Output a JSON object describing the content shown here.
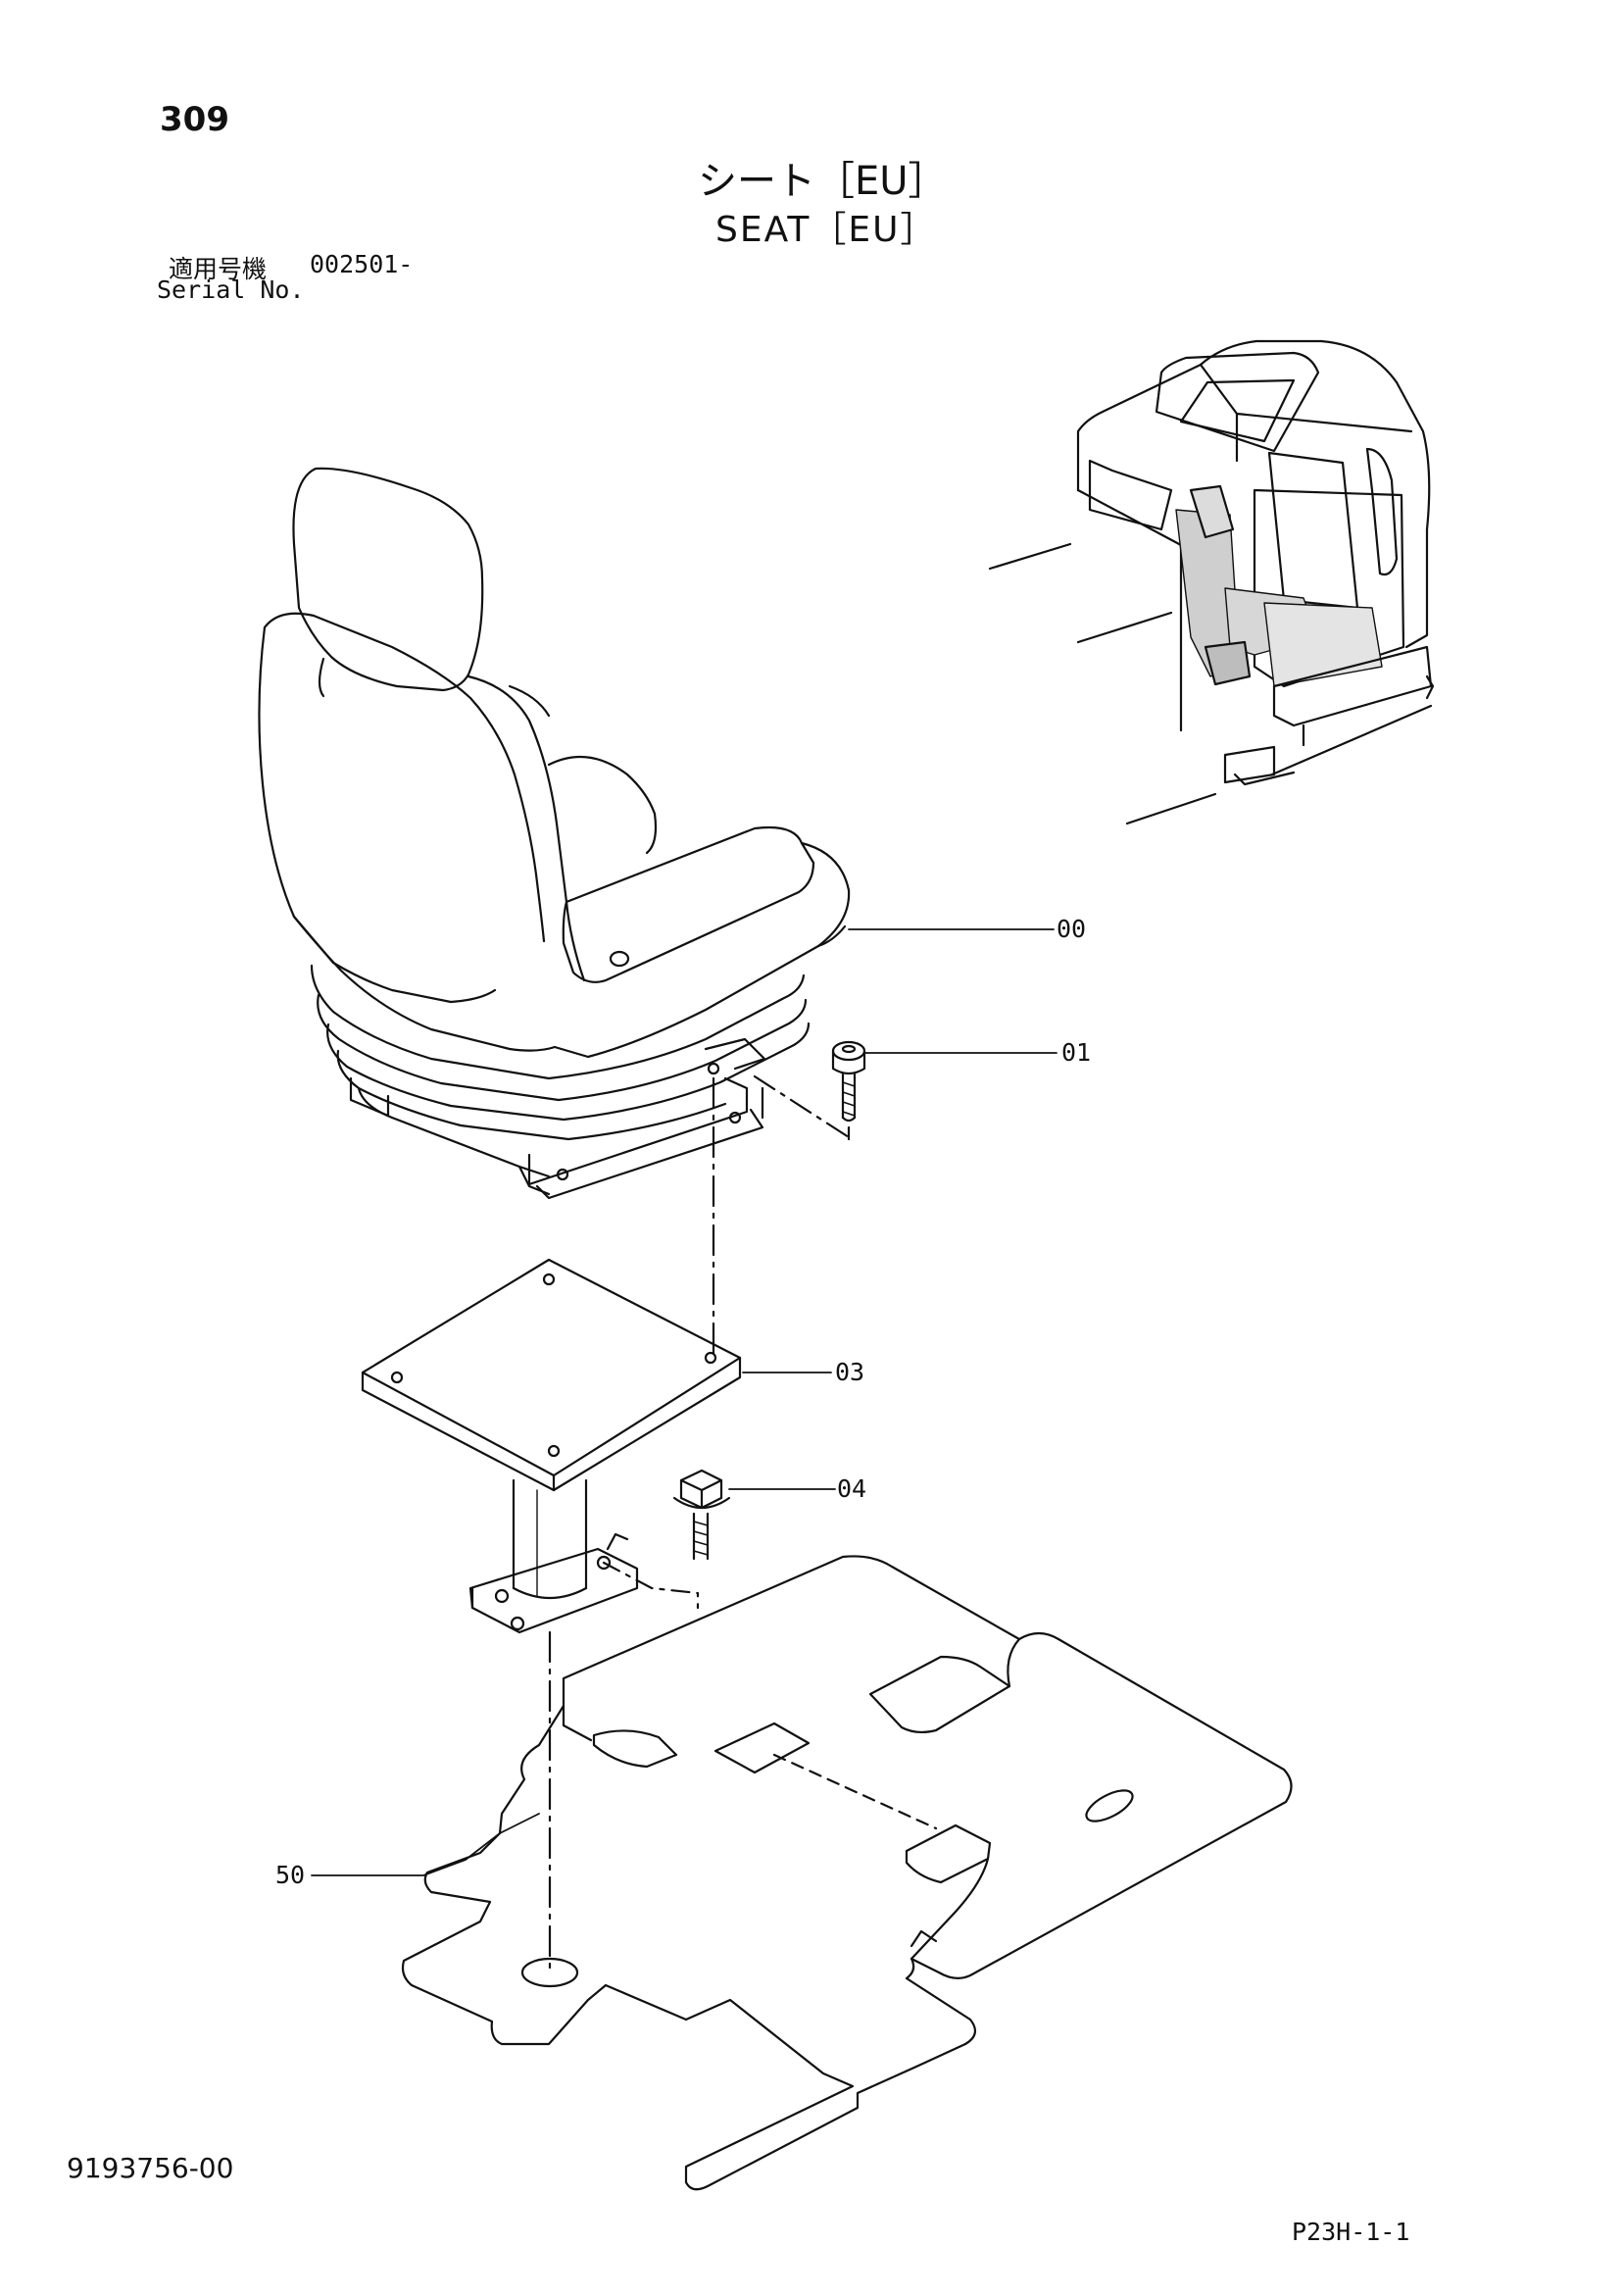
{
  "header": {
    "page_number": "309",
    "title_ja": "シート［EU］",
    "title_en": "SEAT［EU］",
    "serial_label_ja": "適用号機",
    "serial_value": "002501-",
    "serial_label_en": "Serial No."
  },
  "parts": [
    {
      "id": "seat-assembly",
      "label": "00"
    },
    {
      "id": "bolt-seat",
      "label": "01"
    },
    {
      "id": "seat-stand",
      "label": "03"
    },
    {
      "id": "bolt-stand",
      "label": "04"
    },
    {
      "id": "floor-mat",
      "label": "50"
    }
  ],
  "footer": {
    "document_number": "9193756-00",
    "page_ref": "P23H-1-1"
  }
}
